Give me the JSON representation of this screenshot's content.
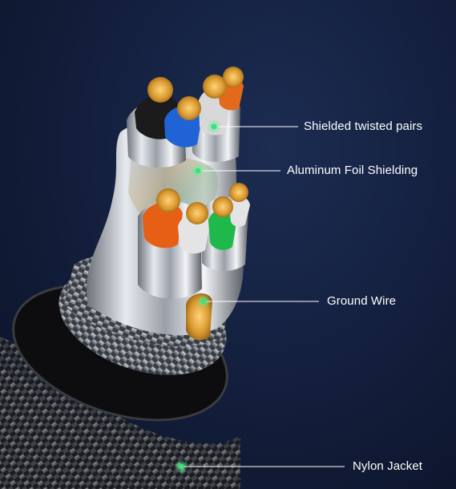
{
  "image": {
    "subject": "braided ethernet cable cross-section",
    "colors": {
      "background": "#14203f",
      "callout_line": "#ffffff",
      "callout_dot": "#3ee07a",
      "label_text": "#ffffff",
      "copper": "#d9992f",
      "conductor_jackets": [
        "#1b1b1b",
        "#1f63d6",
        "#d8d8d8",
        "#e36a1c",
        "#e65f14",
        "#1fb84a"
      ]
    }
  },
  "callouts": [
    {
      "id": "shielded-twisted-pairs",
      "label": "Shielded twisted pairs"
    },
    {
      "id": "aluminum-foil-shielding",
      "label": "Aluminum Foil Shielding"
    },
    {
      "id": "ground-wire",
      "label": "Ground Wire"
    },
    {
      "id": "nylon-jacket",
      "label": "Nylon Jacket"
    }
  ]
}
